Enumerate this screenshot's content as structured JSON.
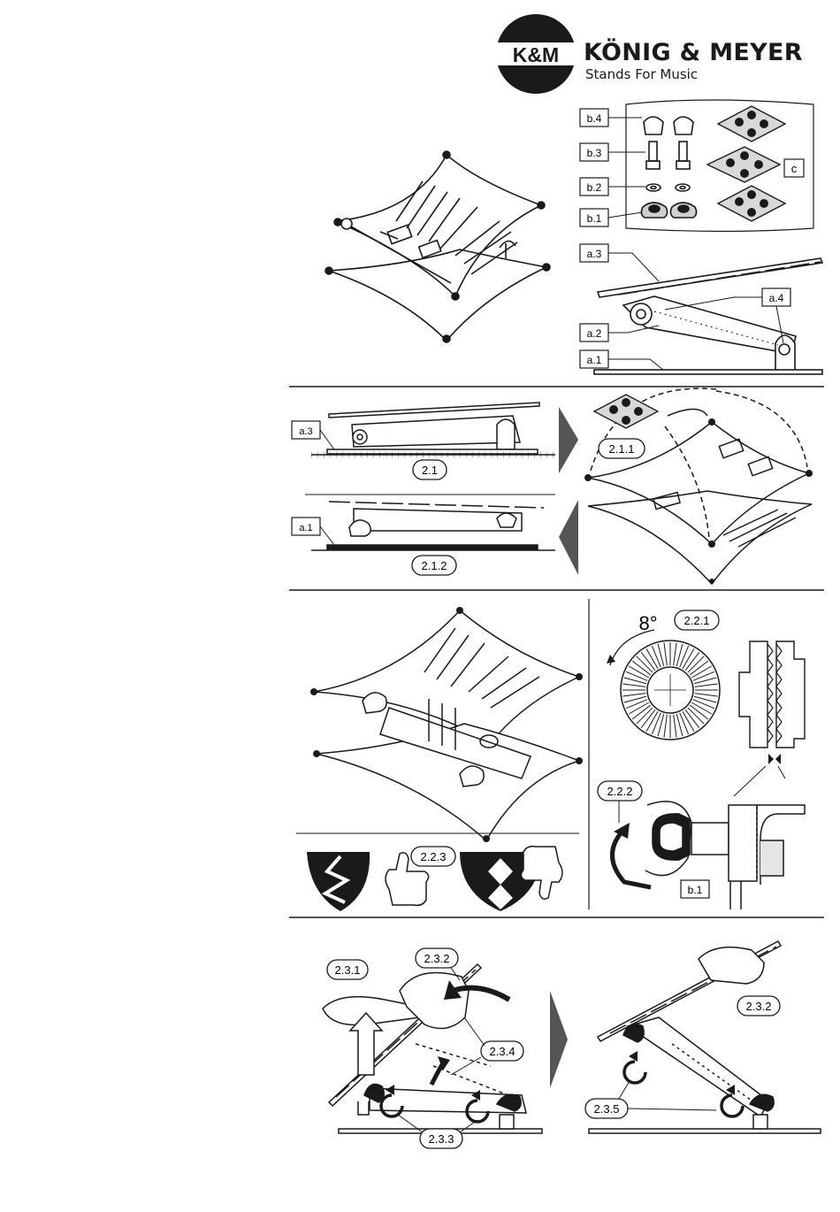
{
  "header": {
    "logo_text": "K&M",
    "brand_name": "KÖNIG & MEYER",
    "tagline": "Stands For Music"
  },
  "parts": {
    "b4": "b.4",
    "b3": "b.3",
    "b2": "b.2",
    "b1": "b.1",
    "c": "c",
    "a3": "a.3",
    "a4": "a.4",
    "a2": "a.2",
    "a1": "a.1"
  },
  "steps": {
    "s2_1": "2.1",
    "s2_1_1": "2.1.1",
    "s2_1_2": "2.1.2",
    "s2_2_1": "2.2.1",
    "s2_2_2": "2.2.2",
    "s2_2_3": "2.2.3",
    "angle": "8°",
    "s2_3_1": "2.3.1",
    "s2_3_2": "2.3.2",
    "s2_3_3": "2.3.3",
    "s2_3_4": "2.3.4",
    "s2_3_5": "2.3.5",
    "s2_3_2b": "2.3.2"
  }
}
